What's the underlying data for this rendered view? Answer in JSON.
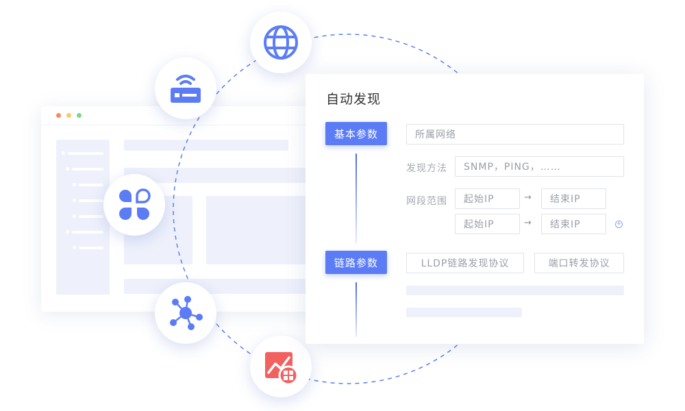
{
  "panel": {
    "title": "自动发现",
    "steps": [
      "基本参数",
      "链路参数"
    ],
    "network_placeholder": "所属网络",
    "method_label": "发现方法",
    "method_value": "SNMP，PING，……",
    "range_label": "网段范围",
    "start_ip": "起始IP",
    "end_ip": "结束IP",
    "arrow": "→",
    "add": "+",
    "lldp": "LLDP链路发现协议",
    "port_forward": "端口转发协议"
  },
  "icons": [
    "globe-icon",
    "router-wifi-icon",
    "apps-icon",
    "topology-icon",
    "report-chart-icon"
  ],
  "colors": {
    "accent": "#5b7cf5",
    "report": "#f2605f",
    "skeleton": "#eef1fb"
  }
}
